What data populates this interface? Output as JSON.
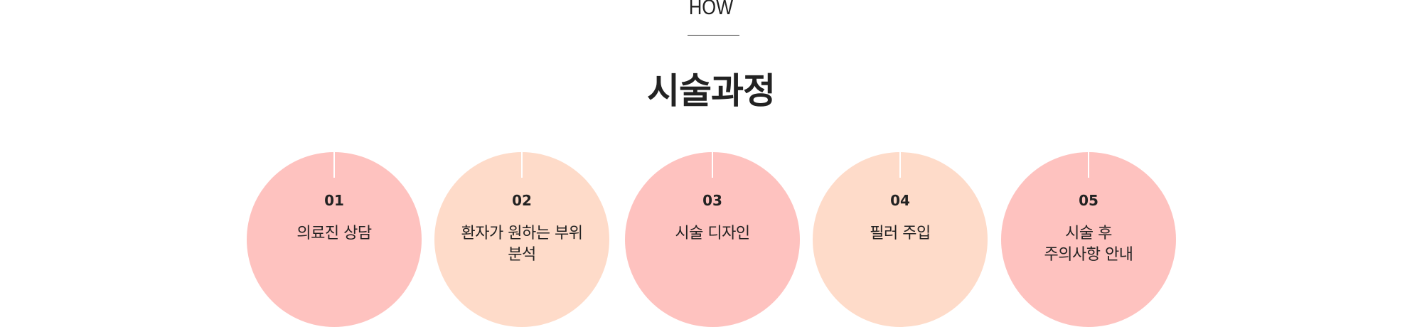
{
  "header": {
    "eyebrow": "HOW",
    "title": "시술과정"
  },
  "colors": {
    "pink": "#fec2bf",
    "peach": "#fedbc9",
    "text": "#222222"
  },
  "steps": [
    {
      "number": "01",
      "label": "의료진 상담",
      "color": "#fec2bf"
    },
    {
      "number": "02",
      "label": "환자가 원하는 부위\n분석",
      "color": "#fedbc9"
    },
    {
      "number": "03",
      "label": "시술 디자인",
      "color": "#fec2bf"
    },
    {
      "number": "04",
      "label": "필러 주입",
      "color": "#fedbc9"
    },
    {
      "number": "05",
      "label": "시술 후\n주의사항 안내",
      "color": "#fec2bf"
    }
  ]
}
